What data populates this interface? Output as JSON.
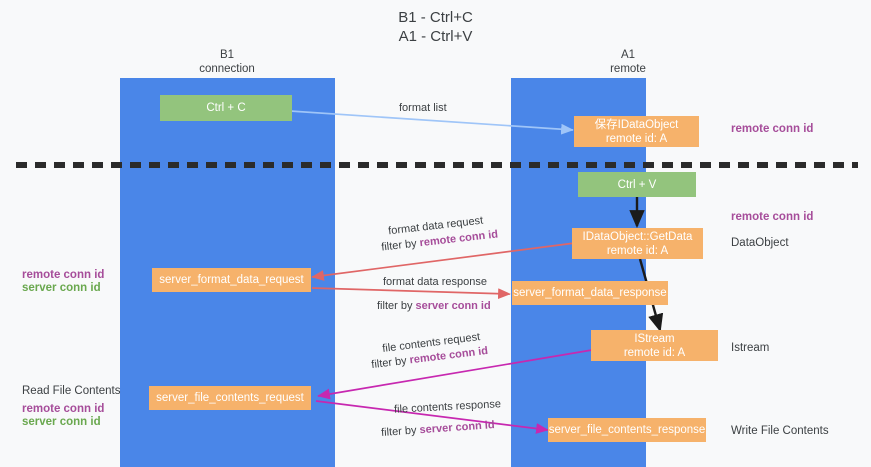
{
  "title": {
    "line1": "B1 - Ctrl+C",
    "line2": "A1 - Ctrl+V"
  },
  "lanes": [
    {
      "id": "b1",
      "name": "B1",
      "sublabel": "connection",
      "color": "#4a86e8"
    },
    {
      "id": "a1",
      "name": "A1",
      "sublabel": "remote",
      "color": "#4a86e8"
    }
  ],
  "nodes": {
    "ctrl_c": {
      "label": "Ctrl + C",
      "color": "#93c47d"
    },
    "save_dataobject": {
      "line1": "保存IDataObject",
      "line2": "remote id: A",
      "color": "#f6b26b"
    },
    "ctrl_v": {
      "label": "Ctrl + V",
      "color": "#93c47d"
    },
    "getdata": {
      "line1": "IDataObject::GetData",
      "line2": "remote id: A",
      "color": "#f6b26b"
    },
    "format_data_request": {
      "label": "server_format_data_request",
      "color": "#f6b26b"
    },
    "format_data_response": {
      "label": "server_format_data_response",
      "color": "#f6b26b"
    },
    "istream": {
      "line1": "IStream",
      "line2": "remote id: A",
      "color": "#f6b26b"
    },
    "file_contents_request": {
      "label": "server_file_contents_request",
      "color": "#f6b26b"
    },
    "file_contents_response": {
      "label": "server_file_contents_response",
      "color": "#f6b26b"
    }
  },
  "edges": {
    "format_list": {
      "label": "format list",
      "color": "#9fc5f8"
    },
    "format_data_request": {
      "label": "format data request",
      "filter_prefix": "filter by ",
      "filter_key": "remote conn id",
      "color": "#e06666"
    },
    "format_data_response": {
      "label": "format data response",
      "filter_prefix": "filter by ",
      "filter_key": "server conn id",
      "color": "#e06666"
    },
    "file_contents_request": {
      "label": "file contents request",
      "filter_prefix": "filter by ",
      "filter_key": "remote conn id",
      "color": "#c728b0"
    },
    "file_contents_response": {
      "label": "file contents response",
      "filter_prefix": "filter by ",
      "filter_key": "server conn id",
      "color": "#c728b0"
    }
  },
  "annotations": {
    "right": [
      {
        "id": "remote-conn-id-top",
        "text": "remote conn id",
        "style": "purple-bold"
      },
      {
        "id": "remote-conn-id-mid",
        "text": "remote conn id",
        "style": "purple-bold"
      },
      {
        "id": "dataobject",
        "text": "DataObject",
        "style": "dark"
      },
      {
        "id": "istream",
        "text": "Istream",
        "style": "dark"
      },
      {
        "id": "write-file-contents",
        "text": "Write File Contents",
        "style": "dark"
      }
    ],
    "left": [
      {
        "id": "remote-conn-id-mid",
        "text": "remote conn id",
        "style": "purple-bold"
      },
      {
        "id": "server-conn-id-mid",
        "text": "server conn id",
        "style": "green-bold"
      },
      {
        "id": "read-file-contents",
        "text": "Read File Contents",
        "style": "dark"
      },
      {
        "id": "remote-conn-id-bottom",
        "text": "remote conn id",
        "style": "purple-bold"
      },
      {
        "id": "server-conn-id-bottom",
        "text": "server conn id",
        "style": "green-bold"
      }
    ]
  },
  "colors": {
    "lane": "#4a86e8",
    "green_node": "#93c47d",
    "orange_node": "#f6b26b",
    "purple_text": "#a64d9a",
    "green_text": "#6aa84f",
    "red_arrow": "#e06666",
    "magenta_arrow": "#c728b0",
    "blue_arrow": "#9fc5f8",
    "divider": "#2b2b2b",
    "background": "#f8f9fa"
  },
  "divider": {
    "style": "dashed",
    "color": "#2b2b2b"
  }
}
